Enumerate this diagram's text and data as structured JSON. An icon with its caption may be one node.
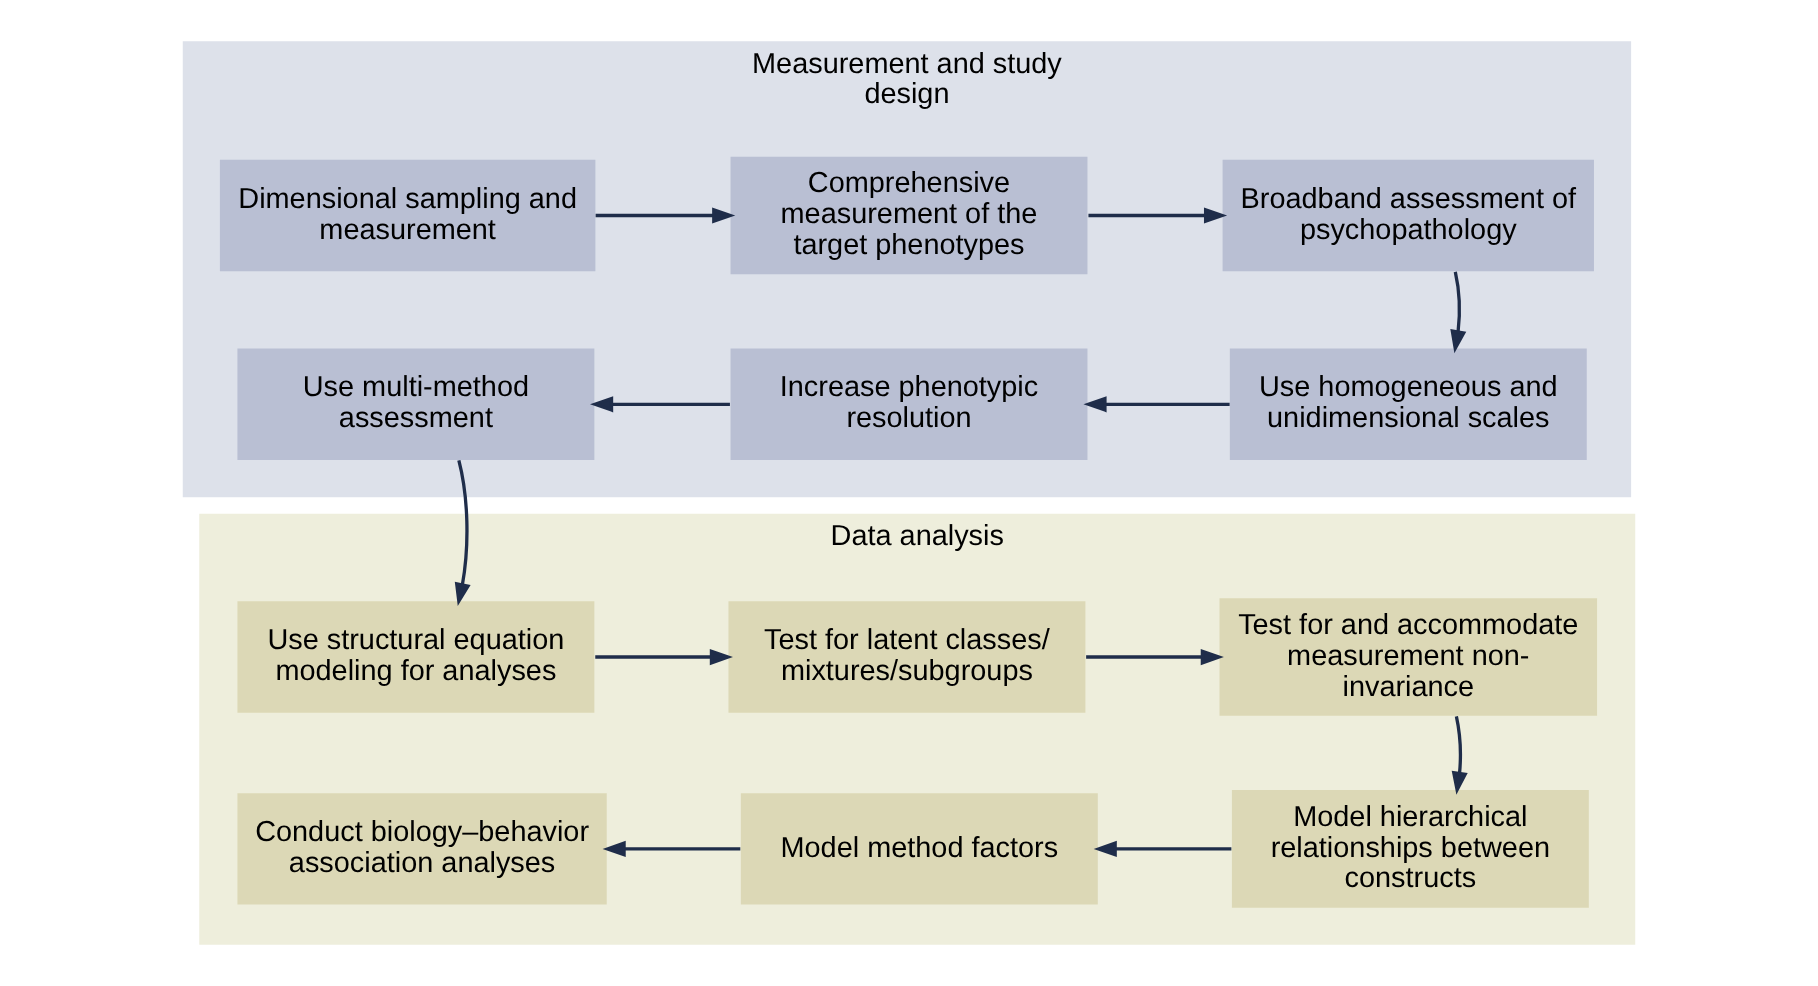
{
  "diagram": {
    "nodes": [
      {
        "text": [
          "Measurement and study design"
        ]
      },
      {
        "text": [
          "Dimensional sampling and measurement"
        ],
        "in": 0
      },
      {
        "text": [
          "Comprehensive measurement of the target phenotypes"
        ],
        "in": 0
      },
      {
        "text": [
          "Broadband assessment of psychopathology"
        ],
        "in": 0
      },
      {
        "text": [
          "Use multi-method assessment"
        ],
        "in": 0
      },
      {
        "text": [
          "Increase phenotypic resolution"
        ],
        "in": 0
      },
      {
        "text": [
          "Use homogeneous and unidimensional scales"
        ],
        "in": 0
      },
      {
        "text": [
          "Data analysis"
        ]
      },
      {
        "text": [
          "Use structural equation modeling for analyses"
        ],
        "in": 7
      },
      {
        "text": [
          "Test for latent classes/ mixtures/subgroups"
        ],
        "in": 7
      },
      {
        "text": [
          "Test for and accommodate measurement non-invariance"
        ],
        "in": 7
      },
      {
        "text": [
          "Conduct biology–behavior association analyses"
        ],
        "in": 7
      },
      {
        "text": [
          "Model method factors"
        ],
        "in": 7
      },
      {
        "text": [
          "Model hierarchical relationships between constructs"
        ],
        "in": 7
      }
    ],
    "edges": [
      {
        "from": 1,
        "to": 2,
        "arrow": "to"
      },
      {
        "from": 2,
        "to": 3,
        "arrow": "to"
      },
      {
        "from": 3,
        "to": 6,
        "arrow": "to"
      },
      {
        "from": 6,
        "to": 5,
        "arrow": "to"
      },
      {
        "from": 5,
        "to": 4,
        "arrow": "to"
      },
      {
        "from": 4,
        "to": 8,
        "arrow": "to"
      },
      {
        "from": 8,
        "to": 9,
        "arrow": "to"
      },
      {
        "from": 9,
        "to": 10,
        "arrow": "to"
      },
      {
        "from": 10,
        "to": 13,
        "arrow": "to"
      },
      {
        "from": 13,
        "to": 12,
        "arrow": "to"
      },
      {
        "from": 12,
        "to": 11,
        "arrow": "to"
      }
    ]
  }
}
